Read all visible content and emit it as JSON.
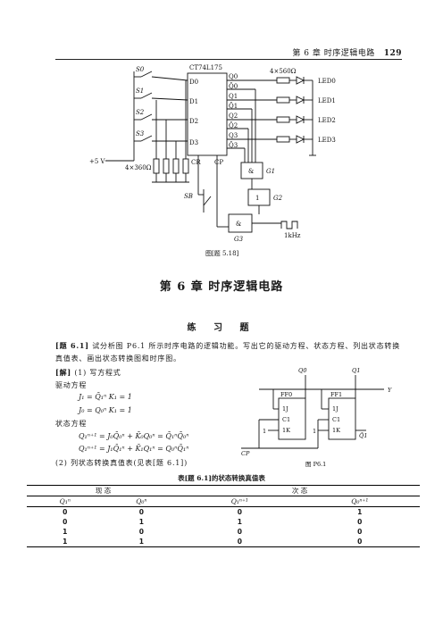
{
  "header": {
    "chapter": "第 6 章   时序逻辑电路",
    "page": "129"
  },
  "figure1": {
    "chip": "CT74L175",
    "switches": [
      "S0",
      "S1",
      "S2",
      "S3"
    ],
    "d_inputs": [
      "D0",
      "D1",
      "D2",
      "D3"
    ],
    "q_outputs": [
      "Q0",
      "Q̄0",
      "Q1",
      "Q̄1",
      "Q2",
      "Q̄2",
      "Q3",
      "Q̄3"
    ],
    "clr": "CR",
    "clk": "CP",
    "res_top": "4×560Ω",
    "res_left": "4×360Ω",
    "vcc": "+5 V",
    "leds": [
      "LED0",
      "LED1",
      "LED2",
      "LED3"
    ],
    "gates": [
      "&",
      "G1",
      "1",
      "G2",
      "&",
      "G3"
    ],
    "sb": "SB",
    "clk_label": "1kHz",
    "caption": "图[题 5.18]"
  },
  "chapter_title": "第 6 章    时序逻辑电路",
  "section_title": "练 习 题",
  "problem": {
    "num": "[题 6.1]",
    "text": "试分析图 P6.1 所示时序电路的逻辑功能。写出它的驱动方程、状态方程、列出状态转换真值表、画出状态转换图和时序图。",
    "sol_label": "[解]",
    "step1": "(1) 写方程式",
    "drive_label": "驱动方程",
    "drive_eqs": [
      "J₁ = Q̄₁ⁿ     K₁ = 1",
      "J₀ = Q₀ⁿ     K₁ = 1"
    ],
    "state_label": "状态方程",
    "state_eqs": [
      "Q₁ⁿ⁺¹ = J₀Q̄₀ⁿ + K̄₀Q₀ⁿ = Q̄₁ⁿQ̄₀ⁿ",
      "Q₁ⁿ⁺¹ = J₁Q̄₁ⁿ + K̄₁Q₁ⁿ = Q₀ⁿQ̄₁ⁿ"
    ],
    "step2": "(2) 列状态转换真值表(见表[题 6.1])"
  },
  "figure2": {
    "ff_labels": [
      "FF0",
      "FF1"
    ],
    "pins": [
      "1J",
      "C1",
      "1K"
    ],
    "outputs": [
      "Q0",
      "Q1",
      "Y",
      "Q̄1"
    ],
    "one": "1",
    "clk": "CP",
    "caption": "图 P6.1"
  },
  "table": {
    "caption": "表[题 6.1]的状态转换真值表",
    "group_headers": [
      "现    态",
      "次    态"
    ],
    "col_headers": [
      "Q₁ⁿ",
      "Q₀ⁿ",
      "Q₁ⁿ⁺¹",
      "Q₀ⁿ⁺¹"
    ],
    "rows": [
      [
        "0",
        "0",
        "0",
        "1"
      ],
      [
        "0",
        "1",
        "1",
        "0"
      ],
      [
        "1",
        "0",
        "0",
        "0"
      ],
      [
        "1",
        "1",
        "0",
        "0"
      ]
    ]
  }
}
